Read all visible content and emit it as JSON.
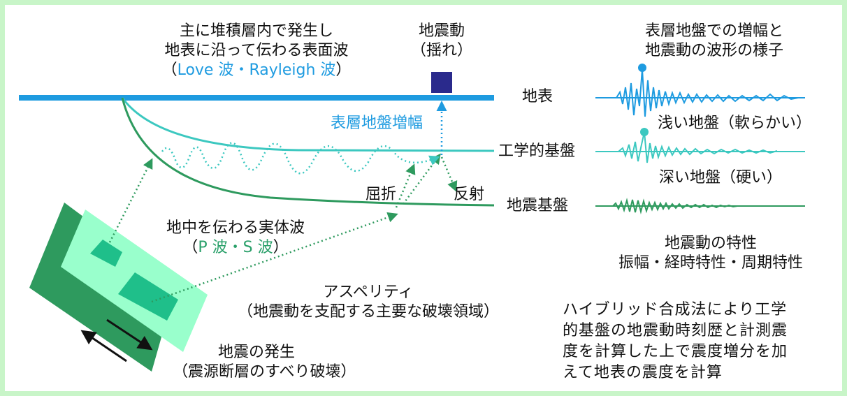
{
  "surface_wave": {
    "line1": "主に堆積層内で発生し",
    "line2": "地表に沿って伝わる表面波",
    "line3_open": "（",
    "line3_colored": "Love 波・Rayleigh 波",
    "line3_close": "）"
  },
  "ground_motion": {
    "line1": "地震動",
    "line2": "（揺れ）"
  },
  "amplification_title": {
    "line1": "表層地盤での増幅と",
    "line2": "地震動の波形の様子"
  },
  "layers": {
    "surface": "地表",
    "shallow": "浅い地盤（軟らかい）",
    "engineering": "工学的基盤",
    "deep": "深い地盤（硬い）",
    "seismic": "地震基盤"
  },
  "surface_amplification": "表層地盤増幅",
  "refraction": "屈折",
  "reflection": "反射",
  "body_wave": {
    "line1": "地中を伝わる実体波",
    "line2_open": "（",
    "line2_colored": "P 波・S 波",
    "line2_close": "）"
  },
  "asperity": {
    "line1": "アスペリティ",
    "line2": "（地震動を支配する主要な破壊領域）"
  },
  "earthquake_origin": {
    "line1": "地震の発生",
    "line2": "（震源断層のすべり破壊）"
  },
  "characteristics": {
    "line1": "地震動の特性",
    "line2": "振幅・経時特性・周期特性"
  },
  "method_note": {
    "line1": "ハイブリッド合成法により工学",
    "line2": "的基盤の地震動時刻歴と計測震",
    "line3": "度を計算した上で震度増分を加",
    "line4": "えて地表の震度を計算"
  },
  "colors": {
    "surface_line": "#1e9be0",
    "engineering_bedrock": "#3cc8c0",
    "seismic_bedrock": "#2e9a5e",
    "fault_light": "#99ffcc",
    "fault_dark": "#2e9a5e",
    "asperity": "#1fbf8a",
    "observation_box": "#2a2a8c",
    "frame": "#c8f5c8"
  }
}
